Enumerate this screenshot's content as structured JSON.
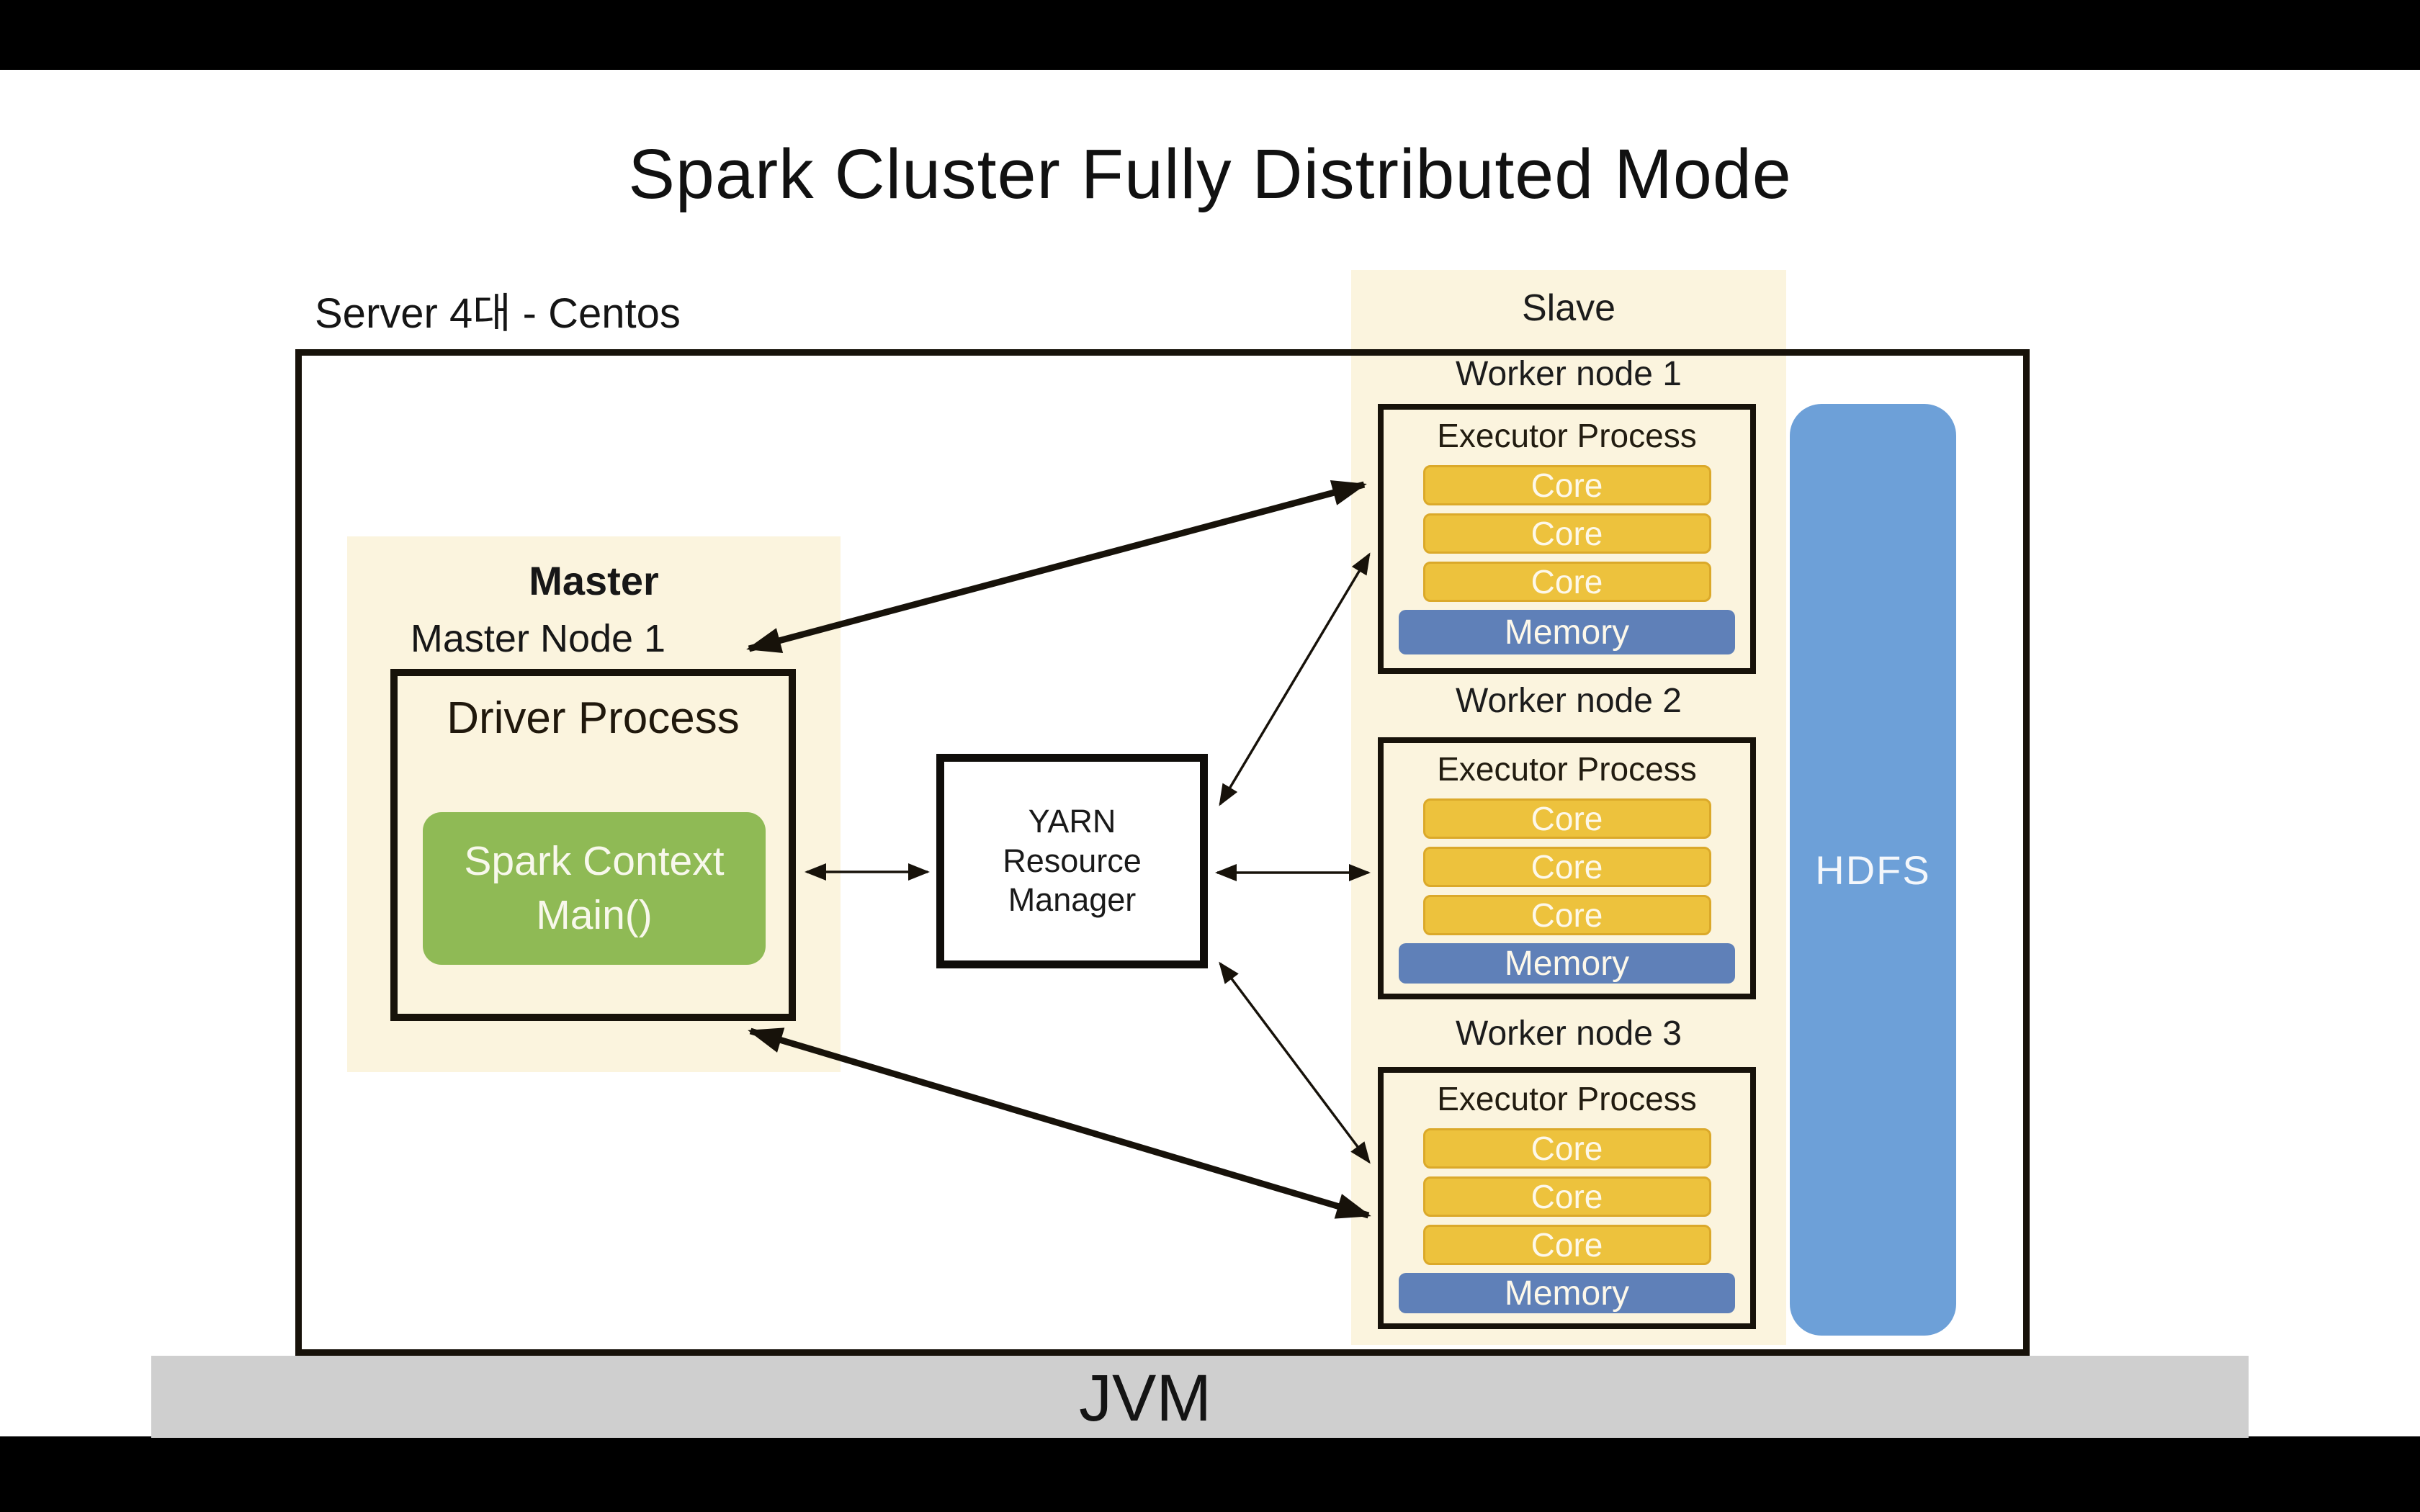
{
  "slide": {
    "title": "Spark Cluster Fully Distributed Mode",
    "server_label": "Server 4대 - Centos",
    "jvm_label": "JVM"
  },
  "master": {
    "section_label": "Master",
    "node_label": "Master Node 1",
    "driver_label": "Driver Process",
    "spark_context_lines": [
      "Spark Context",
      "Main()"
    ]
  },
  "yarn": {
    "lines": [
      "YARN",
      "Resource",
      "Manager"
    ]
  },
  "slave": {
    "section_label": "Slave",
    "workers": [
      {
        "label": "Worker node 1",
        "executor_label": "Executor Process",
        "cores": [
          "Core",
          "Core",
          "Core"
        ],
        "memory_label": "Memory"
      },
      {
        "label": "Worker node 2",
        "executor_label": "Executor Process",
        "cores": [
          "Core",
          "Core",
          "Core"
        ],
        "memory_label": "Memory"
      },
      {
        "label": "Worker node 3",
        "executor_label": "Executor Process",
        "cores": [
          "Core",
          "Core",
          "Core"
        ],
        "memory_label": "Memory"
      }
    ]
  },
  "hdfs": {
    "label": "HDFS"
  },
  "colors": {
    "cream": "#FBF4DE",
    "yellow": "#EDC23D",
    "yellowBorder": "#DBA92A",
    "memoryBlue": "#5F80B8",
    "hdfsBlue": "#6DA0D8",
    "green": "#8FBA55",
    "grayBar": "#CFCFCF",
    "line": "#17120A",
    "text": "#1C1C1C"
  }
}
